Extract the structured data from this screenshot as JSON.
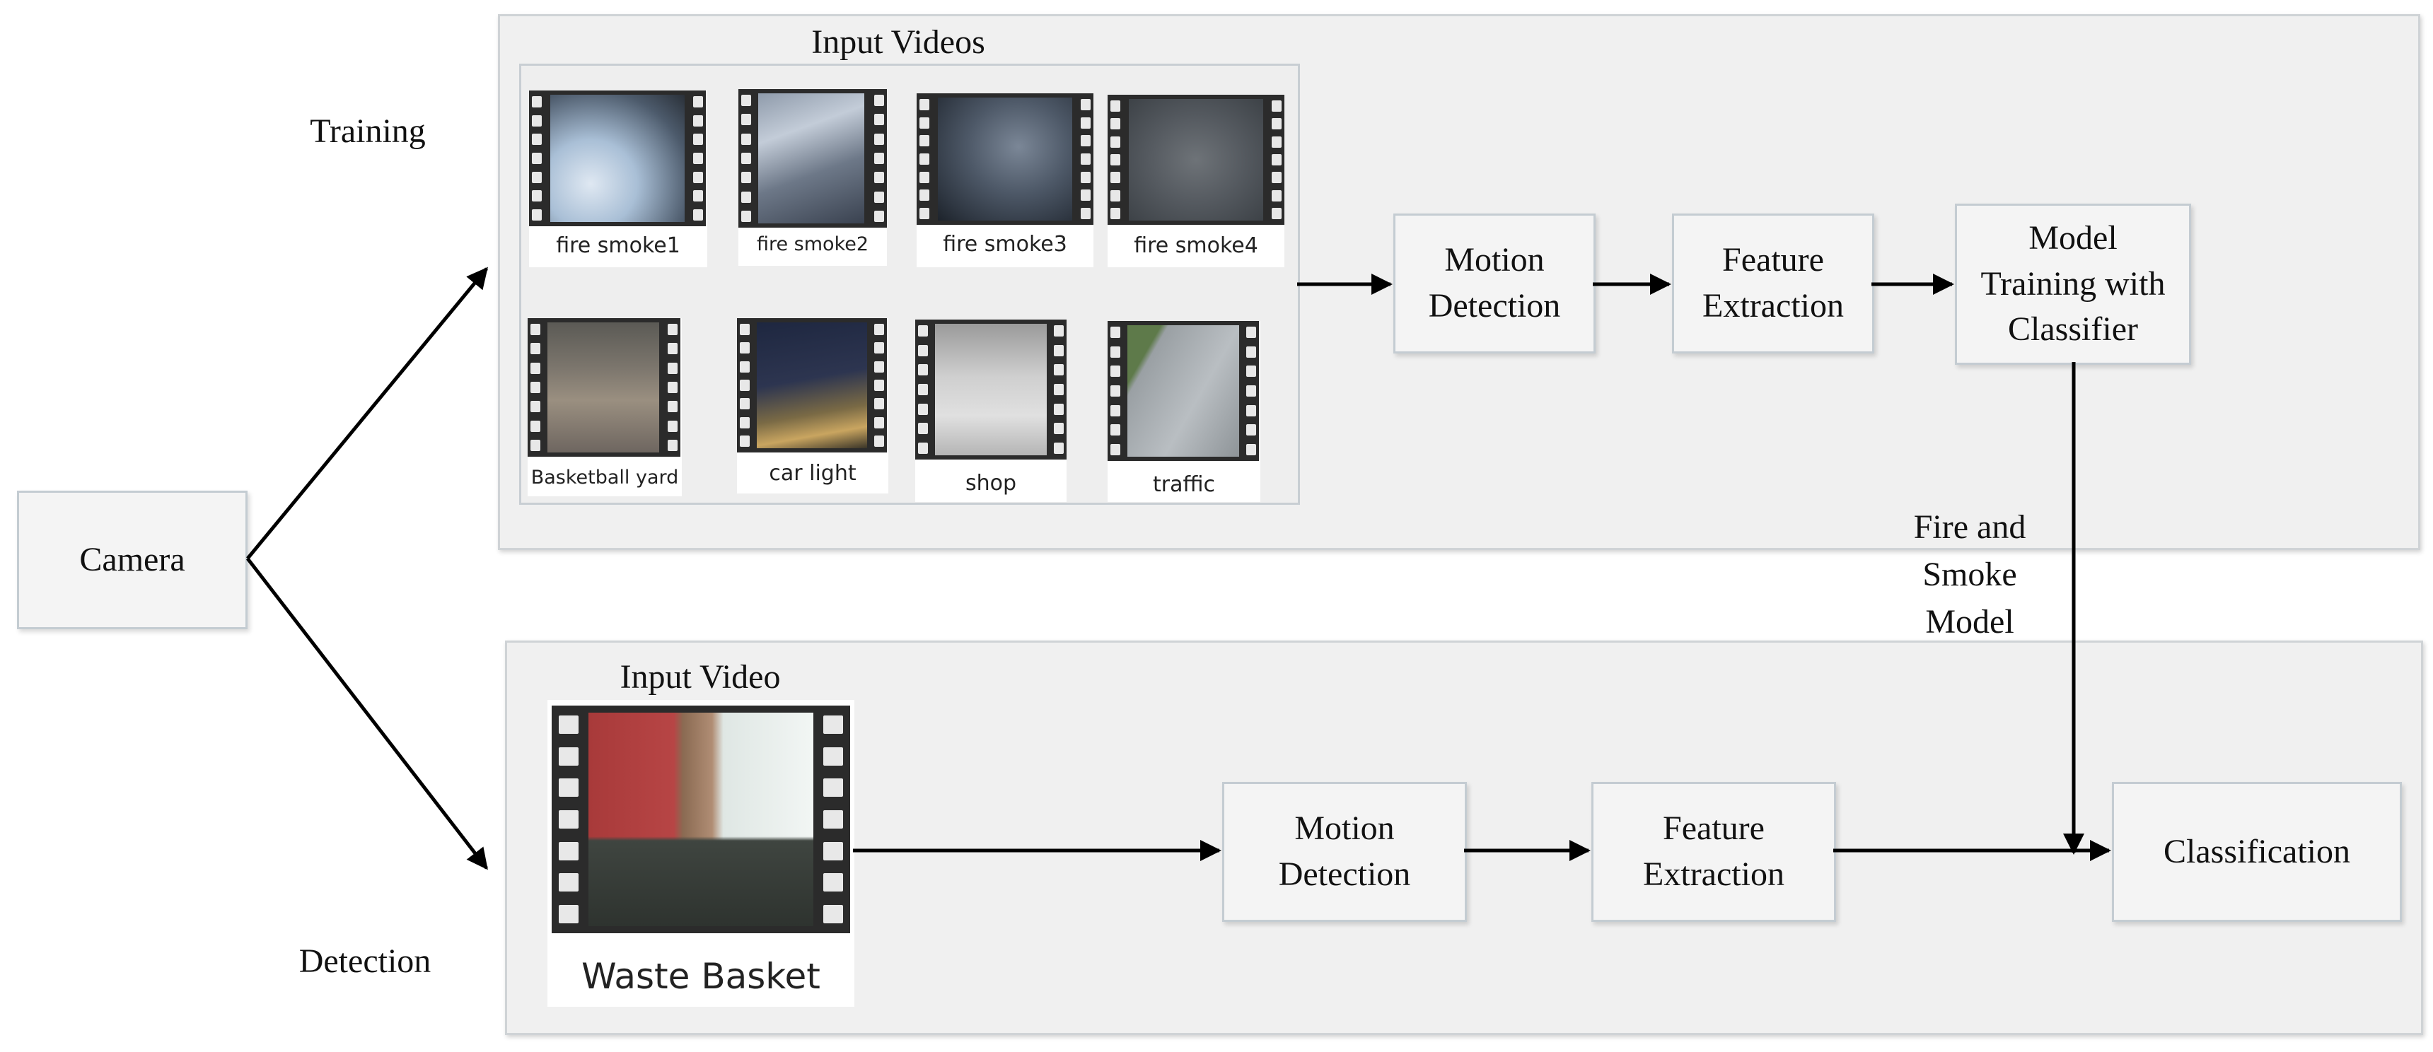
{
  "camera": "Camera",
  "training_label": "Training",
  "detection_label": "Detection",
  "input_videos_label": "Input Videos",
  "input_video_label": "Input Video",
  "training_videos": [
    {
      "caption": "fire smoke1"
    },
    {
      "caption": "fire smoke2"
    },
    {
      "caption": "fire smoke3"
    },
    {
      "caption": "fire smoke4"
    },
    {
      "caption": "Basketball yard"
    },
    {
      "caption": "car light"
    },
    {
      "caption": "shop"
    },
    {
      "caption": "traffic"
    }
  ],
  "detection_video": {
    "caption": "Waste Basket"
  },
  "training_pipeline": {
    "motion_detection": "Motion\nDetection",
    "feature_extraction": "Feature\nExtraction",
    "model_training": "Model\nTraining with\nClassifier"
  },
  "model_label": "Fire and\nSmoke\nModel",
  "detection_pipeline": {
    "motion_detection": "Motion\nDetection",
    "feature_extraction": "Feature\nExtraction",
    "classification": "Classification"
  }
}
